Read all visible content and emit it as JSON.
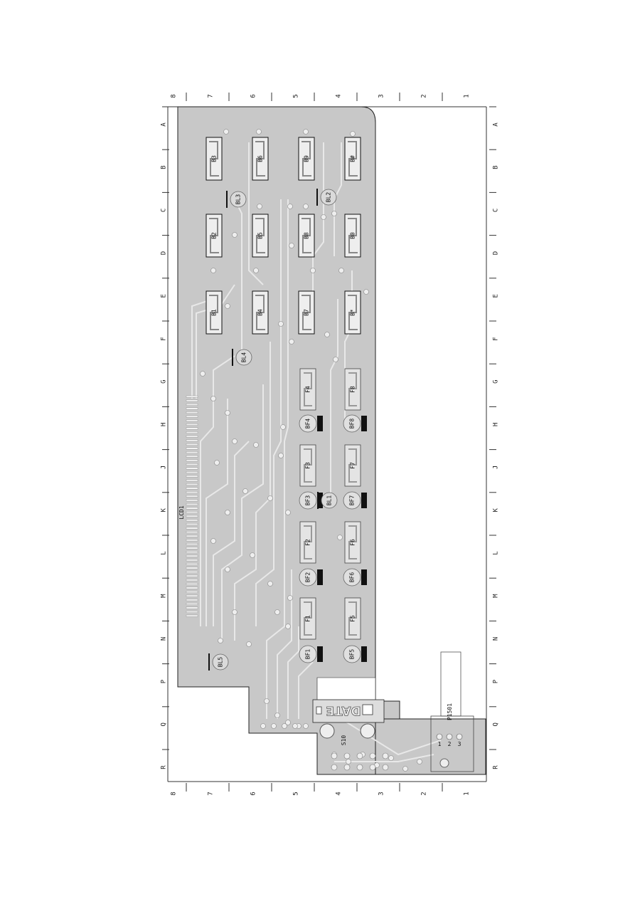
{
  "grid": {
    "columns": [
      "8",
      "7",
      "6",
      "5",
      "4",
      "3",
      "2",
      "1"
    ],
    "rows": [
      "A",
      "B",
      "C",
      "D",
      "E",
      "F",
      "G",
      "H",
      "J",
      "K",
      "L",
      "M",
      "N",
      "P",
      "Q",
      "R"
    ]
  },
  "components": {
    "keys_col_left": [
      "B3",
      "B2",
      "B1"
    ],
    "keys_col_2": [
      "B6",
      "B5",
      "B4"
    ],
    "keys_col_3": [
      "B9",
      "B8",
      "B7"
    ],
    "keys_col_4": [
      "B#",
      "B0",
      "B*"
    ],
    "pads_left": [
      "F4",
      "F3",
      "F2",
      "F1"
    ],
    "pads_right": [
      "F8",
      "F7",
      "F6",
      "F5"
    ],
    "leds_left": [
      "BF4",
      "BF3",
      "BF2",
      "BF1"
    ],
    "leds_right": [
      "BF8",
      "BF7",
      "BF6",
      "BF5"
    ],
    "bl": [
      "BL3",
      "BL2",
      "BL4",
      "BL1",
      "BL5"
    ],
    "lcd": "LCD1",
    "switch": "S10",
    "connector": "P1501",
    "date_label": "DATE",
    "connector_pins": [
      "1",
      "2",
      "3"
    ]
  },
  "colors": {
    "board_fill": "#c8c8c8",
    "trace": "#e6e6e6",
    "pad": "#eeeeee",
    "outline": "#222222"
  }
}
